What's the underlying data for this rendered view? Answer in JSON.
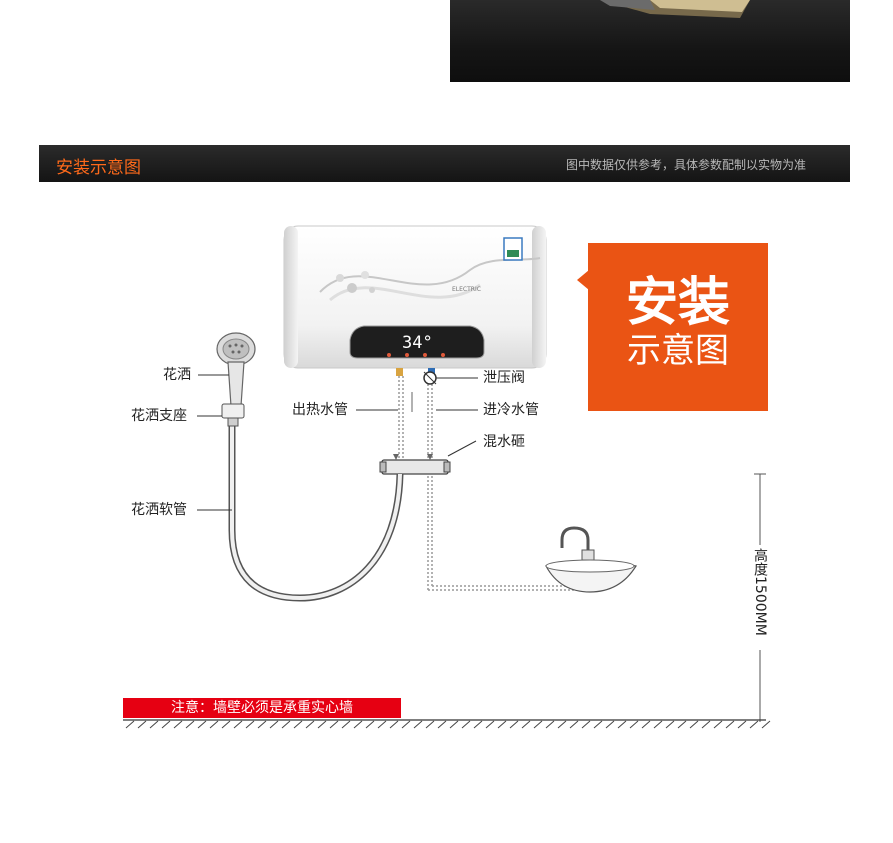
{
  "section": {
    "title": "安装示意图",
    "note": "图中数据仅供参考，具体参数配制以实物为准"
  },
  "badge": {
    "line1": "安装",
    "line2": "示意图"
  },
  "heater": {
    "brand_text": "ELECTRIC",
    "display_value": "34°"
  },
  "labels": {
    "shower_head": "花洒",
    "shower_holder": "花洒支座",
    "shower_hose": "花洒软管",
    "hot_outlet": "出热水管",
    "relief_valve": "泄压阀",
    "cold_inlet": "进冷水管",
    "mixing_valve": "混水砸"
  },
  "height_label": "高度1500MM",
  "warning": "注意：墙壁必须是承重实心墙",
  "colors": {
    "accent_orange": "#ea5414",
    "title_orange": "#ff6a1a",
    "warning_red": "#e60012"
  }
}
